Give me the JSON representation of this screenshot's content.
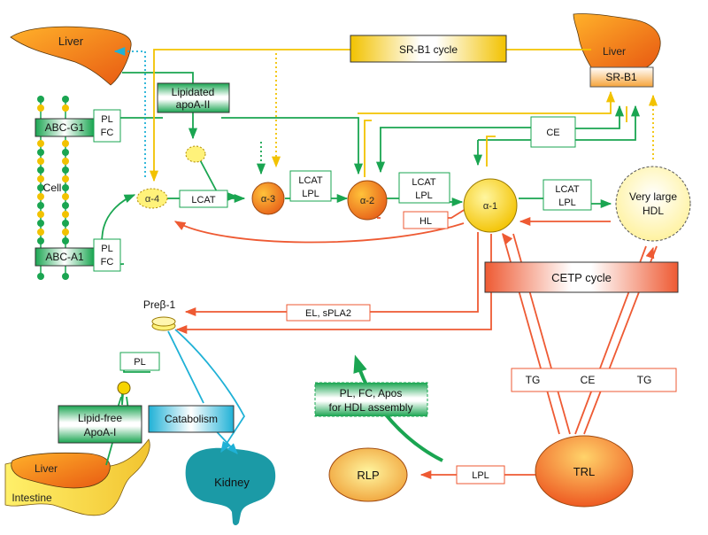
{
  "diagram": {
    "organs": {
      "liver_top_left": "Liver",
      "liver_top_right": "Liver",
      "liver_bottom": "Liver",
      "intestine": "Intestine",
      "kidney": "Kidney",
      "cell": "Cell"
    },
    "receptors": {
      "sr_b1": "SR-B1",
      "abc_g1": "ABC-G1",
      "abc_a1": "ABC-A1"
    },
    "boxes": {
      "sr_b1_cycle": "SR-B1 cycle",
      "lipidated_apoa2_l1": "Lipidated",
      "lipidated_apoa2_l2": "apoA-II",
      "pl_fc_g1_l1": "PL",
      "pl_fc_g1_l2": "FC",
      "pl_fc_a1_l1": "PL",
      "pl_fc_a1_l2": "FC",
      "lcat_1": "LCAT",
      "lcat_lpl_1_l1": "LCAT",
      "lcat_lpl_1_l2": "LPL",
      "lcat_lpl_2_l1": "LCAT",
      "lcat_lpl_2_l2": "LPL",
      "lcat_lpl_3_l1": "LCAT",
      "lcat_lpl_3_l2": "LPL",
      "hl": "HL",
      "ce_top": "CE",
      "cetp_cycle": "CETP cycle",
      "el_spla2": "EL, sPLA2",
      "pl_small": "PL",
      "lipid_free_l1": "Lipid-free",
      "lipid_free_l2": "ApoA-I",
      "catabolism": "Catabolism",
      "pl_fc_apos_l1": "PL, FC, Apos",
      "pl_fc_apos_l2": "for HDL assembly",
      "tg_left": "TG",
      "ce_mid": "CE",
      "tg_right": "TG",
      "lpl_bottom": "LPL"
    },
    "particles": {
      "alpha4": "α-4",
      "alpha3": "α-3",
      "alpha2": "α-2",
      "alpha1": "α-1",
      "very_large_hdl_l1": "Very large",
      "very_large_hdl_l2": "HDL",
      "prebeta1": "Preβ-1",
      "trl": "TRL",
      "rlp": "RLP"
    },
    "colors": {
      "green": "#1aa551",
      "red": "#ee5a33",
      "yellow": "#f2c200",
      "cyan": "#1fb1d6",
      "kidney": "#1b9aa6"
    }
  }
}
